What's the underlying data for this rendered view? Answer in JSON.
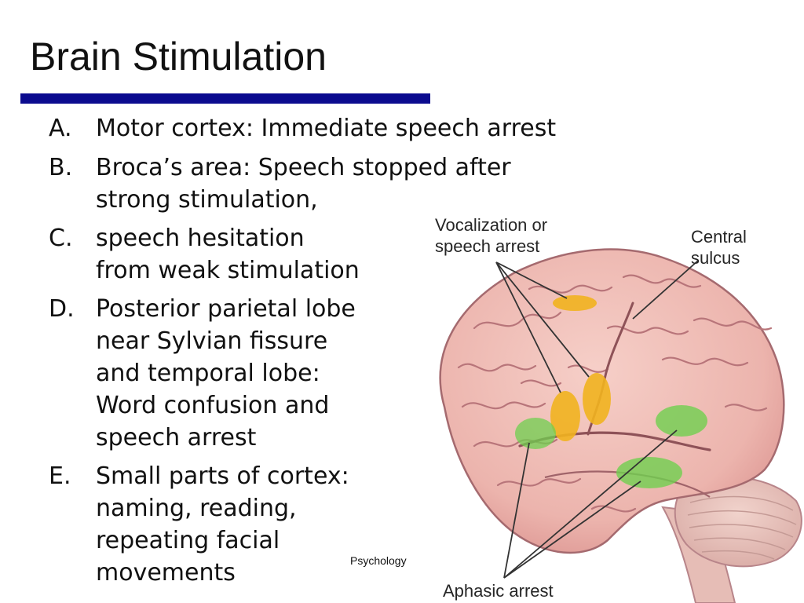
{
  "slide": {
    "title": "Brain Stimulation",
    "accent_color": "#0b0b8f",
    "footer": "Psychology"
  },
  "bullets": [
    {
      "marker": "A.",
      "lines": [
        "Motor cortex: Immediate speech arrest"
      ]
    },
    {
      "marker": "B.",
      "lines": [
        "Broca’s area: Speech stopped after",
        "strong stimulation,"
      ]
    },
    {
      "marker": "C.",
      "lines": [
        "speech hesitation",
        "from weak stimulation"
      ]
    },
    {
      "marker": "D.",
      "lines": [
        "Posterior parietal lobe",
        "near Sylvian fissure",
        "and temporal lobe:",
        "Word confusion and",
        "speech arrest"
      ]
    },
    {
      "marker": "E.",
      "lines": [
        "Small parts of cortex:",
        "naming, reading,",
        "repeating facial",
        "movements"
      ]
    }
  ],
  "figure": {
    "labels": {
      "vocalization": [
        "Vocalization or",
        "speech arrest"
      ],
      "central_sulcus": [
        "Central",
        "sulcus"
      ],
      "aphasic": [
        "Aphasic arrest"
      ]
    },
    "colors": {
      "brain_fill": "#ecb4ad",
      "brain_gyri_line": "#b8757a",
      "cerebellum_fill": "#e9c3bb",
      "vocalization_region": "#f1b21f",
      "aphasic_region": "#6fcf4f"
    }
  }
}
